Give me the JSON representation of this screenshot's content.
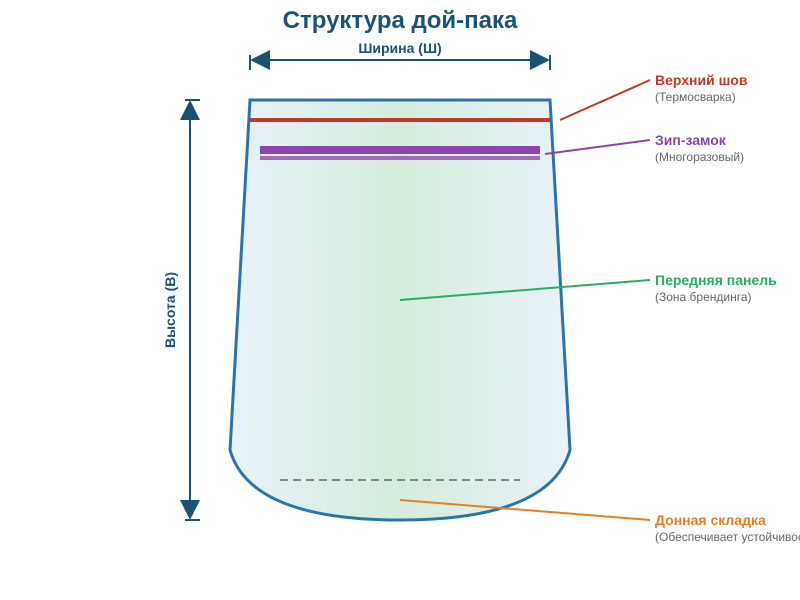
{
  "title": "Структура дой-пака",
  "width_label": "Ширина (Ш)",
  "height_label": "Высота (В)",
  "callouts": [
    {
      "title": "Верхний шов",
      "subtitle": "(Термосварка)",
      "color": "#c0392b"
    },
    {
      "title": "Зип-замок",
      "subtitle": "(Многоразовый)",
      "color": "#8e44ad"
    },
    {
      "title": "Передняя панель",
      "subtitle": "(Зона брендинга)",
      "color": "#27ae60"
    },
    {
      "title": "Донная складка",
      "subtitle": "(Обеспечивает устойчивость)",
      "color": "#e67e22"
    }
  ],
  "colors": {
    "outline": "#2c73a8",
    "dimension": "#1a5276"
  }
}
